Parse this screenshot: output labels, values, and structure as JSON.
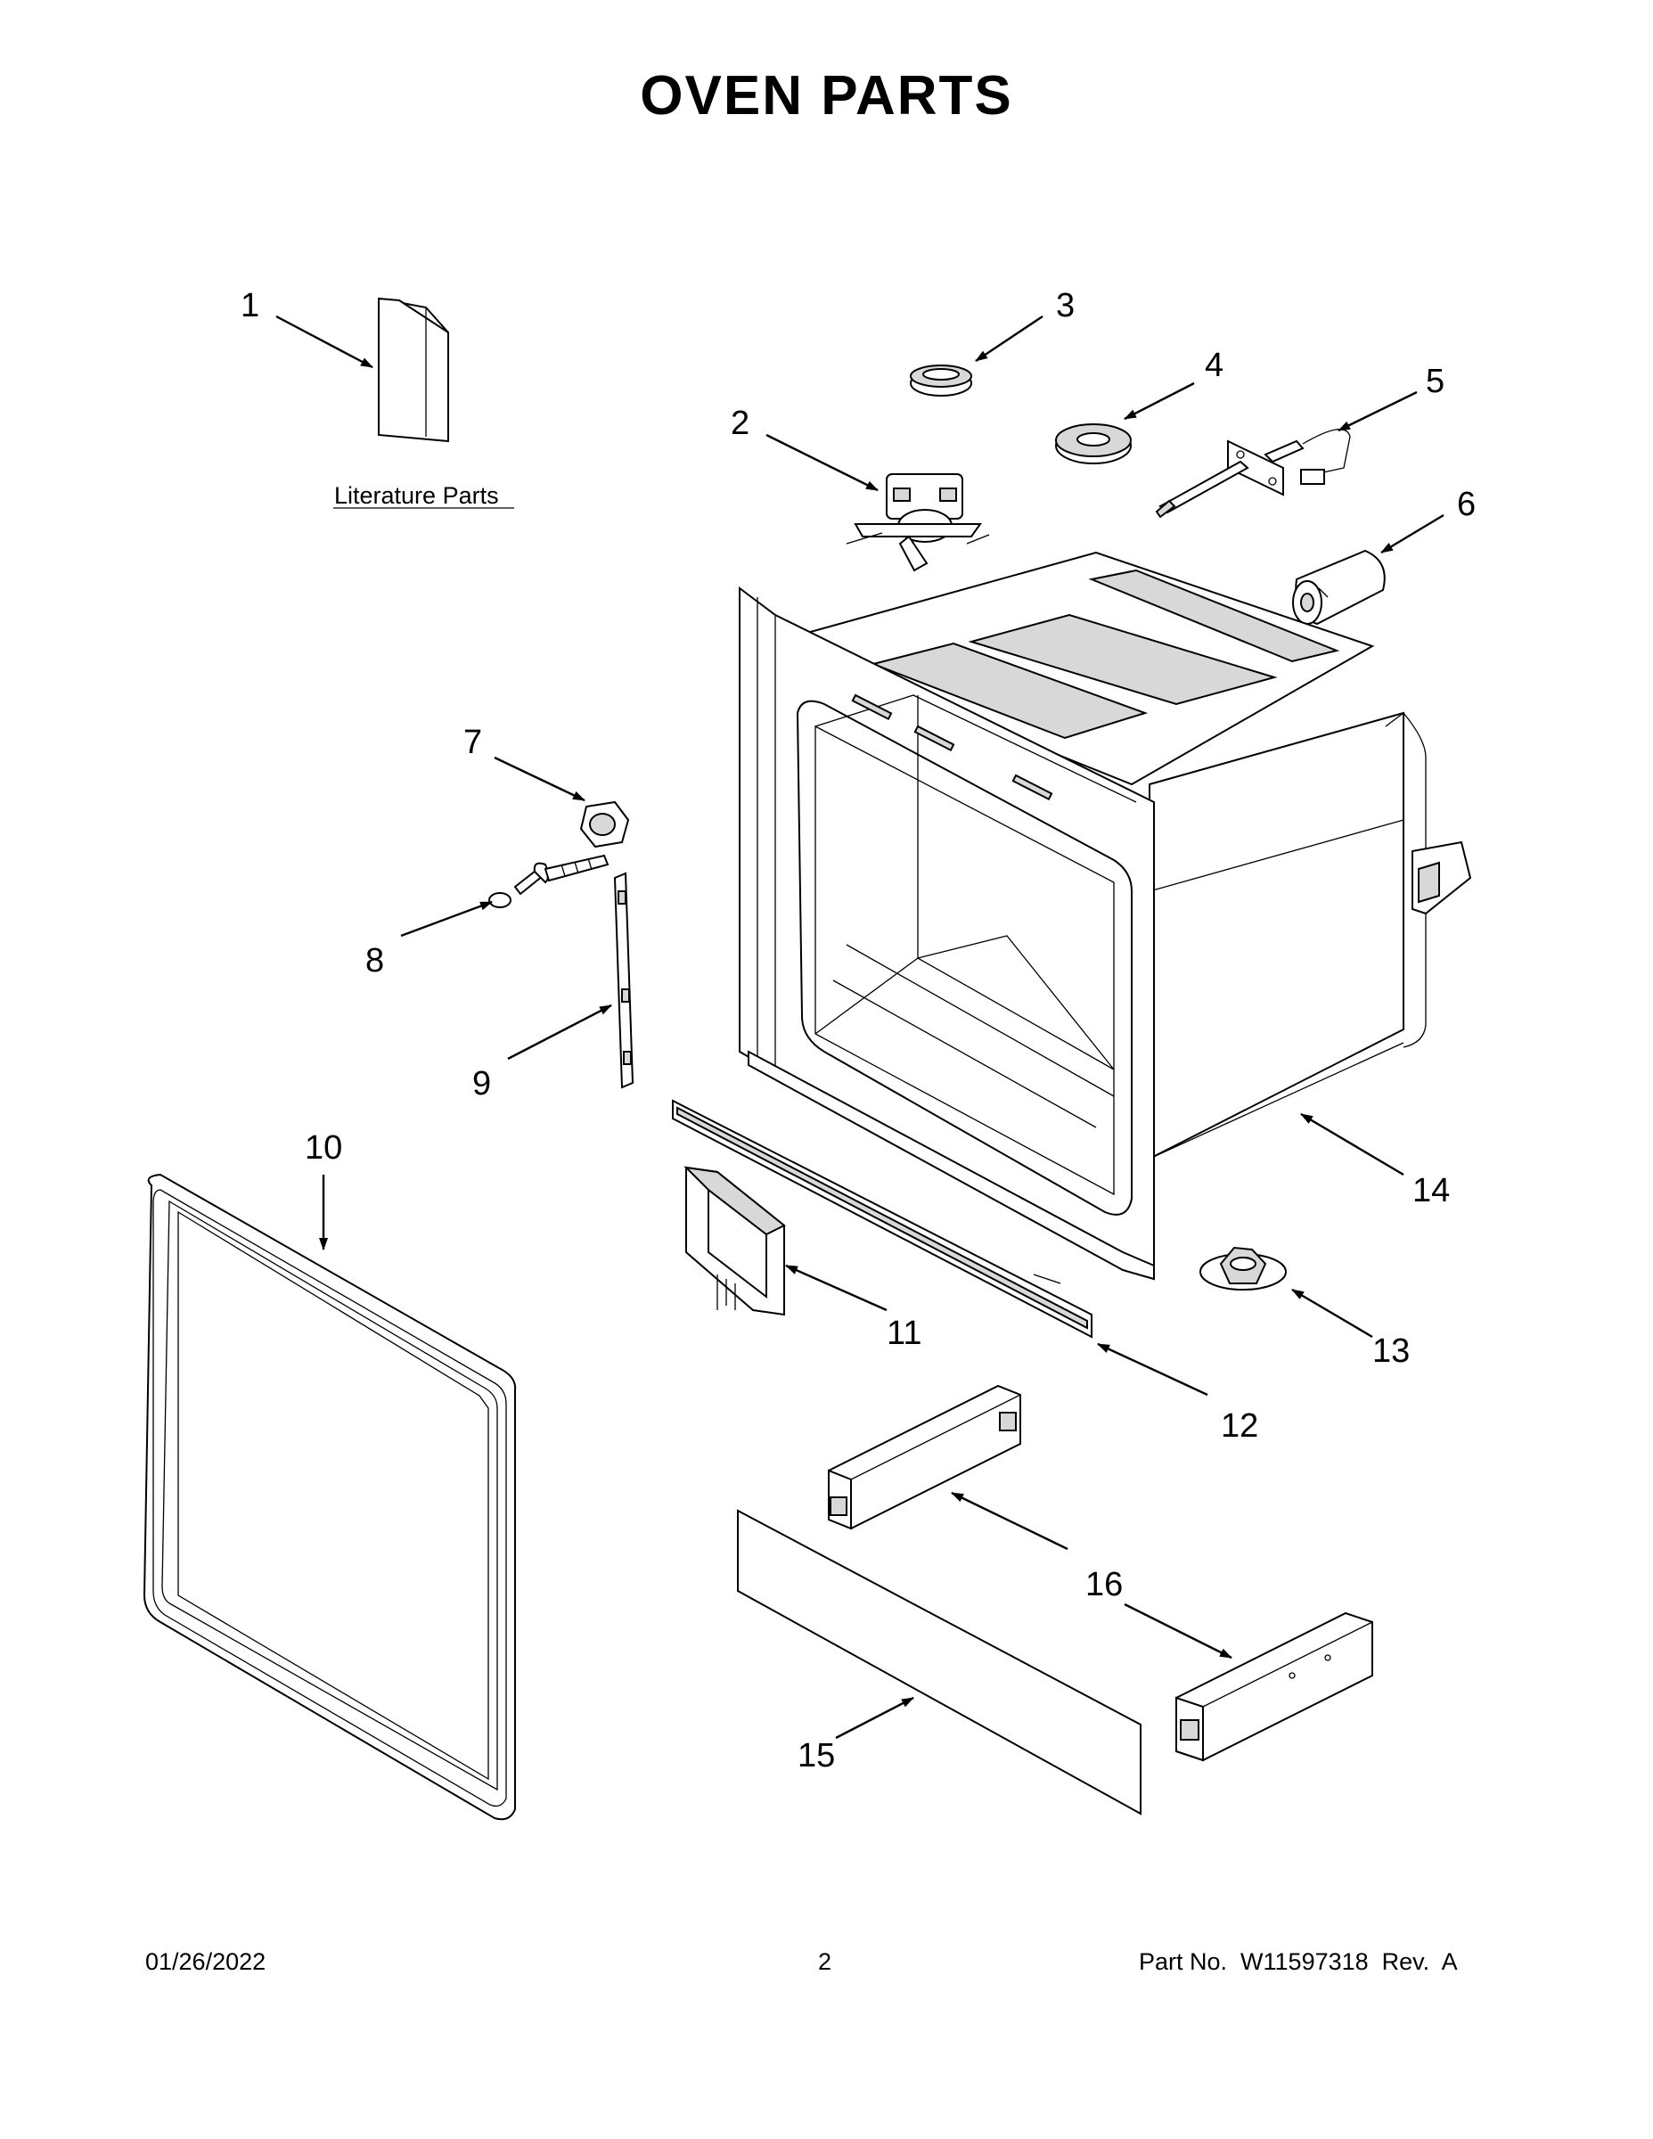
{
  "title": "OVEN PARTS",
  "literature_label": "Literature Parts",
  "callouts": [
    "1",
    "2",
    "3",
    "4",
    "5",
    "6",
    "7",
    "8",
    "9",
    "10",
    "11",
    "12",
    "13",
    "14",
    "15",
    "16"
  ],
  "footer": {
    "date": "01/26/2022",
    "page": "2",
    "part_no": "Part No.  W11597318  Rev.  A"
  }
}
